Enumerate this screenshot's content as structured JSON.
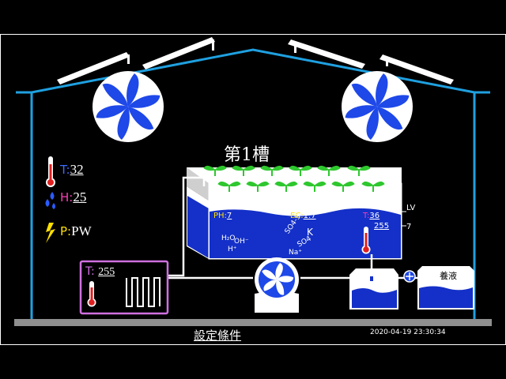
{
  "tank": {
    "title": "第1槽"
  },
  "environment": {
    "temperature": {
      "label": "T:",
      "value": "32",
      "color": "#3b6cff"
    },
    "humidity": {
      "label": "H:",
      "value": "25",
      "color": "#ff3db8"
    },
    "power": {
      "label": "P:",
      "value": "PW",
      "color": "#ffe000"
    }
  },
  "water": {
    "ph": {
      "label": "PH:",
      "value": "7"
    },
    "ec": {
      "label": "EC:",
      "value": "1.7"
    },
    "temp": {
      "label": "T:",
      "value": "36",
      "setpoint": "255"
    },
    "level": {
      "label": "LV",
      "value": "7"
    },
    "ions": [
      "H₂O",
      "OH⁻",
      "H⁺",
      "SO4-S",
      "K",
      "SO4",
      "Na⁺"
    ]
  },
  "heater": {
    "label": "T:",
    "value": "255",
    "border_color": "#d070e0"
  },
  "nutrient_tank": {
    "label": "養液"
  },
  "footer": {
    "settings": "設定條件",
    "timestamp": "2020-04-19 23:30:34"
  },
  "colors": {
    "frame": "#1fa0e0",
    "water": "#1430c8",
    "fan": "#1e48e8"
  }
}
